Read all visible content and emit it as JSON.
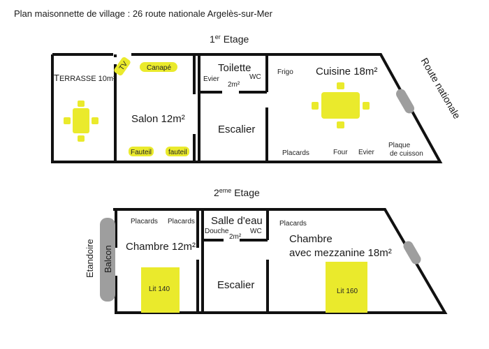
{
  "title": "Plan maisonnette de village : 26 route nationale Argelès-sur-Mer",
  "floor1": {
    "label_main": "1",
    "label_sup": "er",
    "label_rest": " Etage",
    "rooms": {
      "terrasse_a": "T",
      "terrasse_b": "ERRASSE 10m²",
      "salon": "Salon 12m²",
      "toilette": "Toilette",
      "toilette_area": "2m²",
      "evier": "Evier",
      "wc": "WC",
      "escalier": "Escalier",
      "cuisine": "Cuisine 18m²"
    },
    "items": {
      "tv": "TV",
      "canape": "Canapé",
      "fauteuil_left": "Fauteil",
      "fauteuil_right": "fauteil",
      "frigo": "Frigo",
      "placards": "Placards",
      "four": "Four",
      "evier_kitchen": "Evier",
      "plaque_line1": "Plaque",
      "plaque_line2": "de cuisson"
    },
    "street": "Route nationale"
  },
  "floor2": {
    "label_main": "2",
    "label_sup": "eme",
    "label_rest": " Etage",
    "rooms": {
      "chambre1": "Chambre 12m²",
      "salle_eau": "Salle d'eau",
      "douche": "Douche",
      "wc": "WC",
      "salle_area": "2m²",
      "escalier": "Escalier",
      "chambre2_line1": "Chambre",
      "chambre2_line2": "avec mezzanine 18m²"
    },
    "items": {
      "placards_1": "Placards",
      "placards_2": "Placards",
      "placards_3": "Placards",
      "lit140": "Lit 140",
      "lit160": "Lit 160",
      "balcon": "Balcon",
      "etandoire": "Etandoire"
    }
  },
  "colors": {
    "furniture": "#eaea2c",
    "window": "#9e9e9e",
    "wall": "#111111"
  }
}
